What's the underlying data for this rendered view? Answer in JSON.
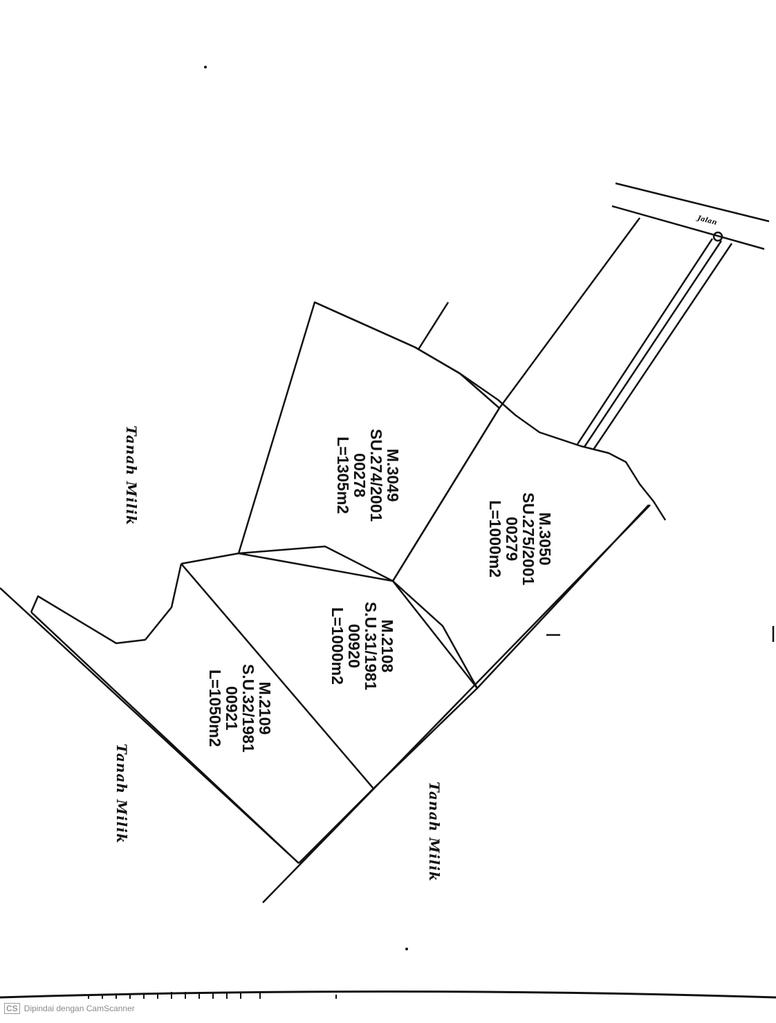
{
  "road_label": "Jalan",
  "parcels": [
    {
      "id": "M.3049",
      "su": "SU.274/2001",
      "nib": "00278",
      "area": "L=1305m2"
    },
    {
      "id": "M.3050",
      "su": "SU.275/2001",
      "nib": "00279",
      "area": "L=1000m2"
    },
    {
      "id": "M.2108",
      "su": "S.U.31/1981",
      "nib": "00920",
      "area": "L=1000m2"
    },
    {
      "id": "M.2109",
      "su": "S.U.32/1981",
      "nib": "00921",
      "area": "L=1050m2"
    }
  ],
  "neighbors": [
    "Tanah Milik",
    "Tanah Milik",
    "Tanah Milik"
  ],
  "footer": {
    "logo": "CS",
    "text": "Dipindai dengan CamScanner"
  }
}
